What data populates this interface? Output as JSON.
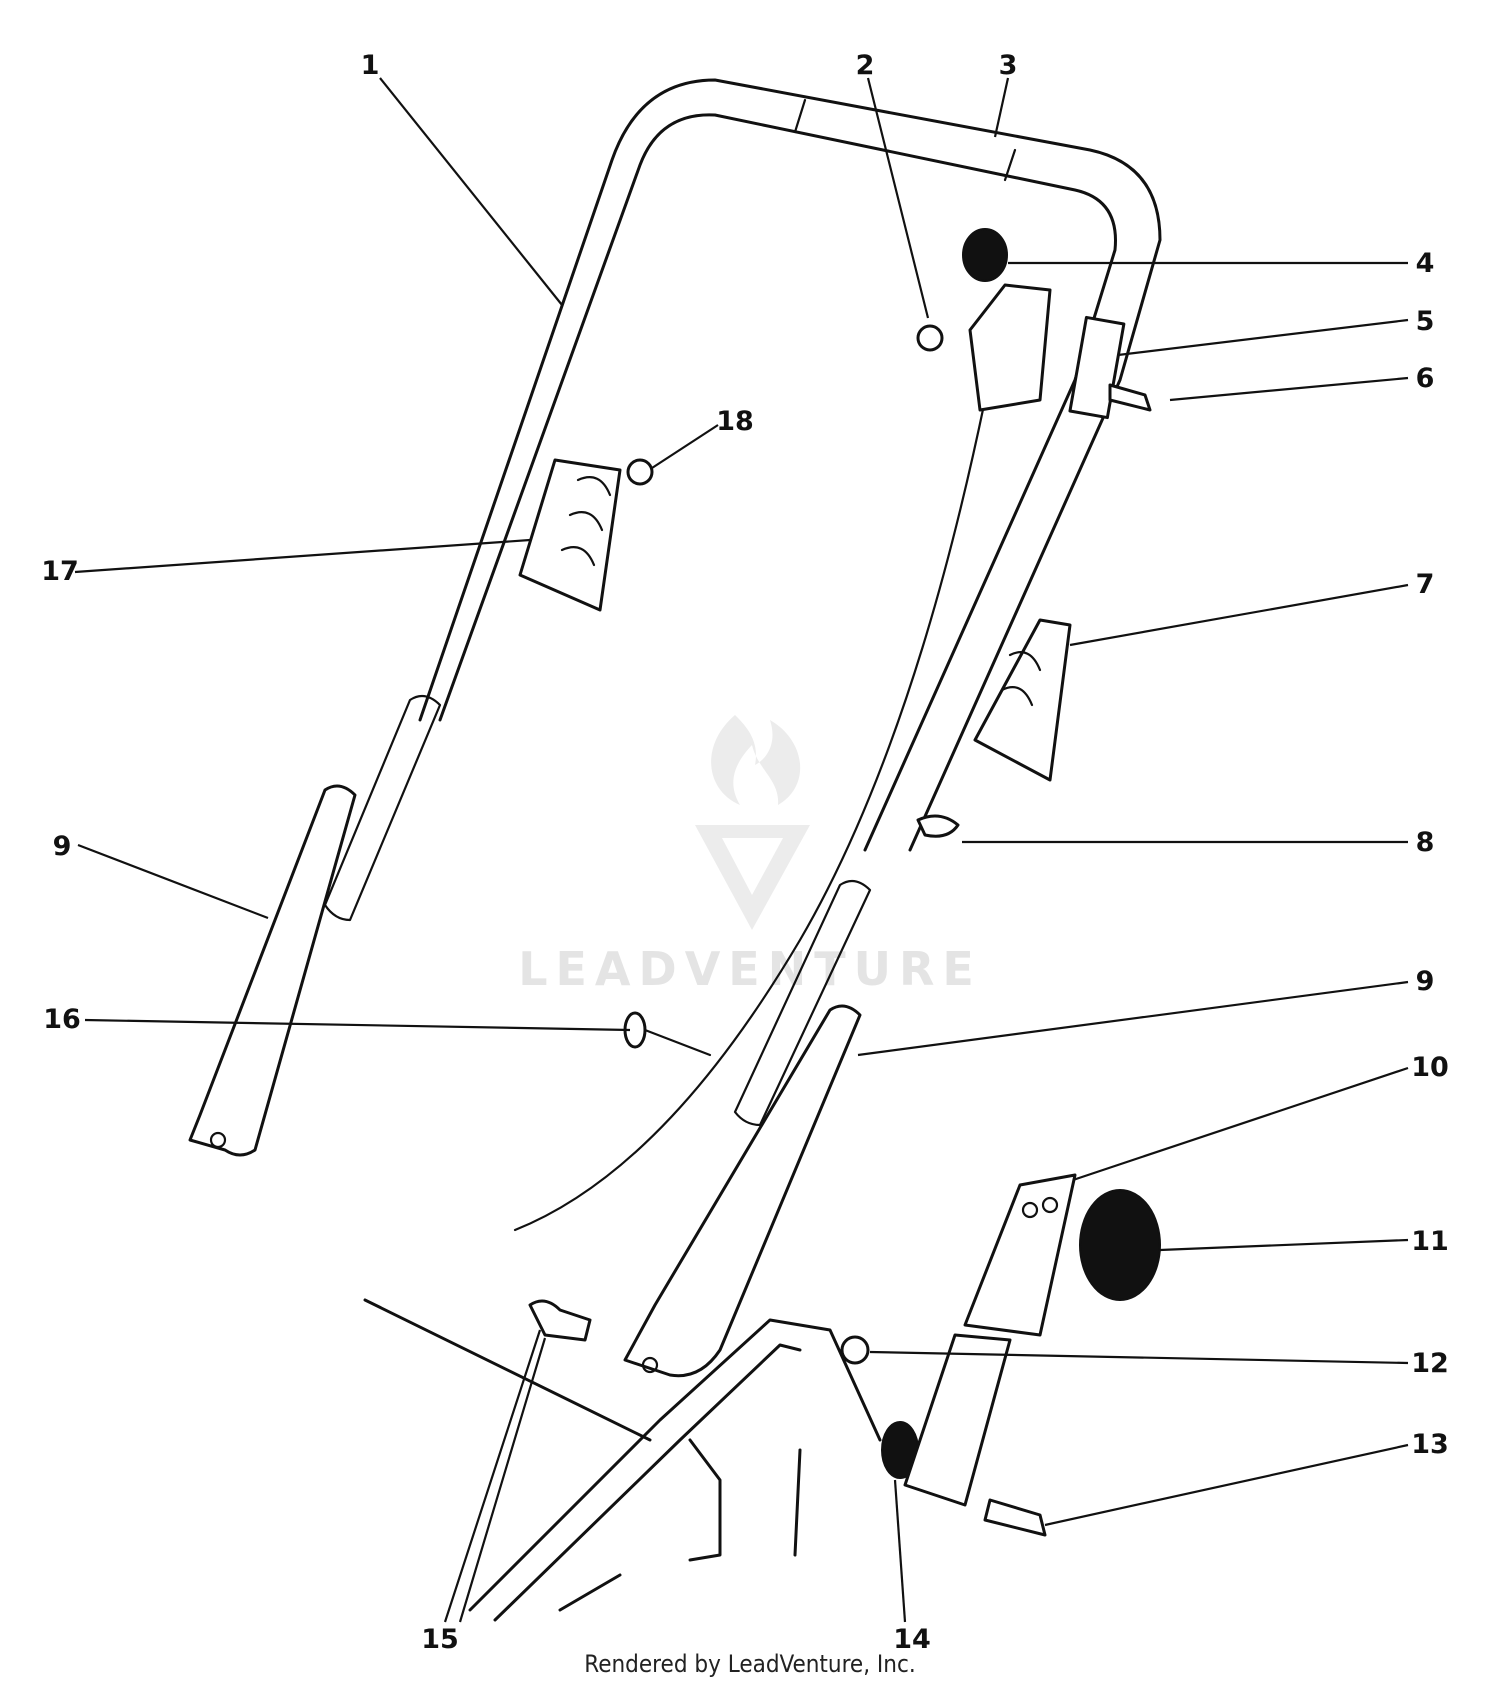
{
  "watermark": {
    "text": "LEADVENTURE",
    "logo": "leadventure-flame-v-logo"
  },
  "credit": "Rendered by LeadVenture, Inc.",
  "callouts": [
    {
      "id": "c1",
      "label": "1"
    },
    {
      "id": "c2",
      "label": "2"
    },
    {
      "id": "c3",
      "label": "3"
    },
    {
      "id": "c4",
      "label": "4"
    },
    {
      "id": "c5",
      "label": "5"
    },
    {
      "id": "c6",
      "label": "6"
    },
    {
      "id": "c7",
      "label": "7"
    },
    {
      "id": "c8",
      "label": "8"
    },
    {
      "id": "c9a",
      "label": "9"
    },
    {
      "id": "c9b",
      "label": "9"
    },
    {
      "id": "c10",
      "label": "10"
    },
    {
      "id": "c11",
      "label": "11"
    },
    {
      "id": "c12",
      "label": "12"
    },
    {
      "id": "c13",
      "label": "13"
    },
    {
      "id": "c14",
      "label": "14"
    },
    {
      "id": "c15",
      "label": "15"
    },
    {
      "id": "c16",
      "label": "16"
    },
    {
      "id": "c17",
      "label": "17"
    },
    {
      "id": "c18",
      "label": "18"
    }
  ]
}
